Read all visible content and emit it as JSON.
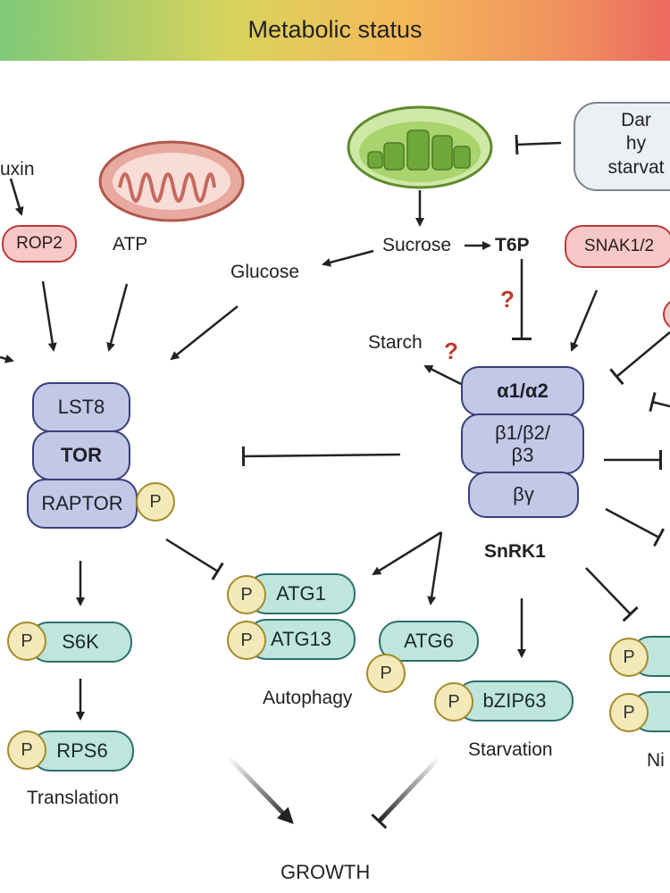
{
  "banner": {
    "title": "Metabolic status"
  },
  "left": {
    "auxin": "uxin",
    "rop2": "ROP2",
    "atp": "ATP",
    "glucose": "Glucose"
  },
  "tor_complex": {
    "lst8": "LST8",
    "tor": "TOR",
    "raptor": "RAPTOR"
  },
  "snrk1_complex": {
    "alpha": "α1/α2",
    "beta": "β1/β2/\nβ3",
    "betagamma": "βγ",
    "label": "SnRK1"
  },
  "chloroplast_branch": {
    "sucrose": "Sucrose",
    "t6p": "T6P",
    "starch": "Starch",
    "question": "?"
  },
  "stress_box": {
    "line1": "Dar",
    "line2": "hy",
    "line3": "starvat"
  },
  "snak": "SNAK1/2",
  "phospho": "P",
  "tor_targets": {
    "s6k": "S6K",
    "rps6": "RPS6",
    "translation": "Translation"
  },
  "autophagy": {
    "atg1": "ATG1",
    "atg13": "ATG13",
    "atg6": "ATG6",
    "label": "Autophagy"
  },
  "starvation": {
    "bzip63": "bZIP63",
    "label": "Starvation"
  },
  "right_cut": {
    "label": "Ni"
  },
  "growth": "GROWTH"
}
